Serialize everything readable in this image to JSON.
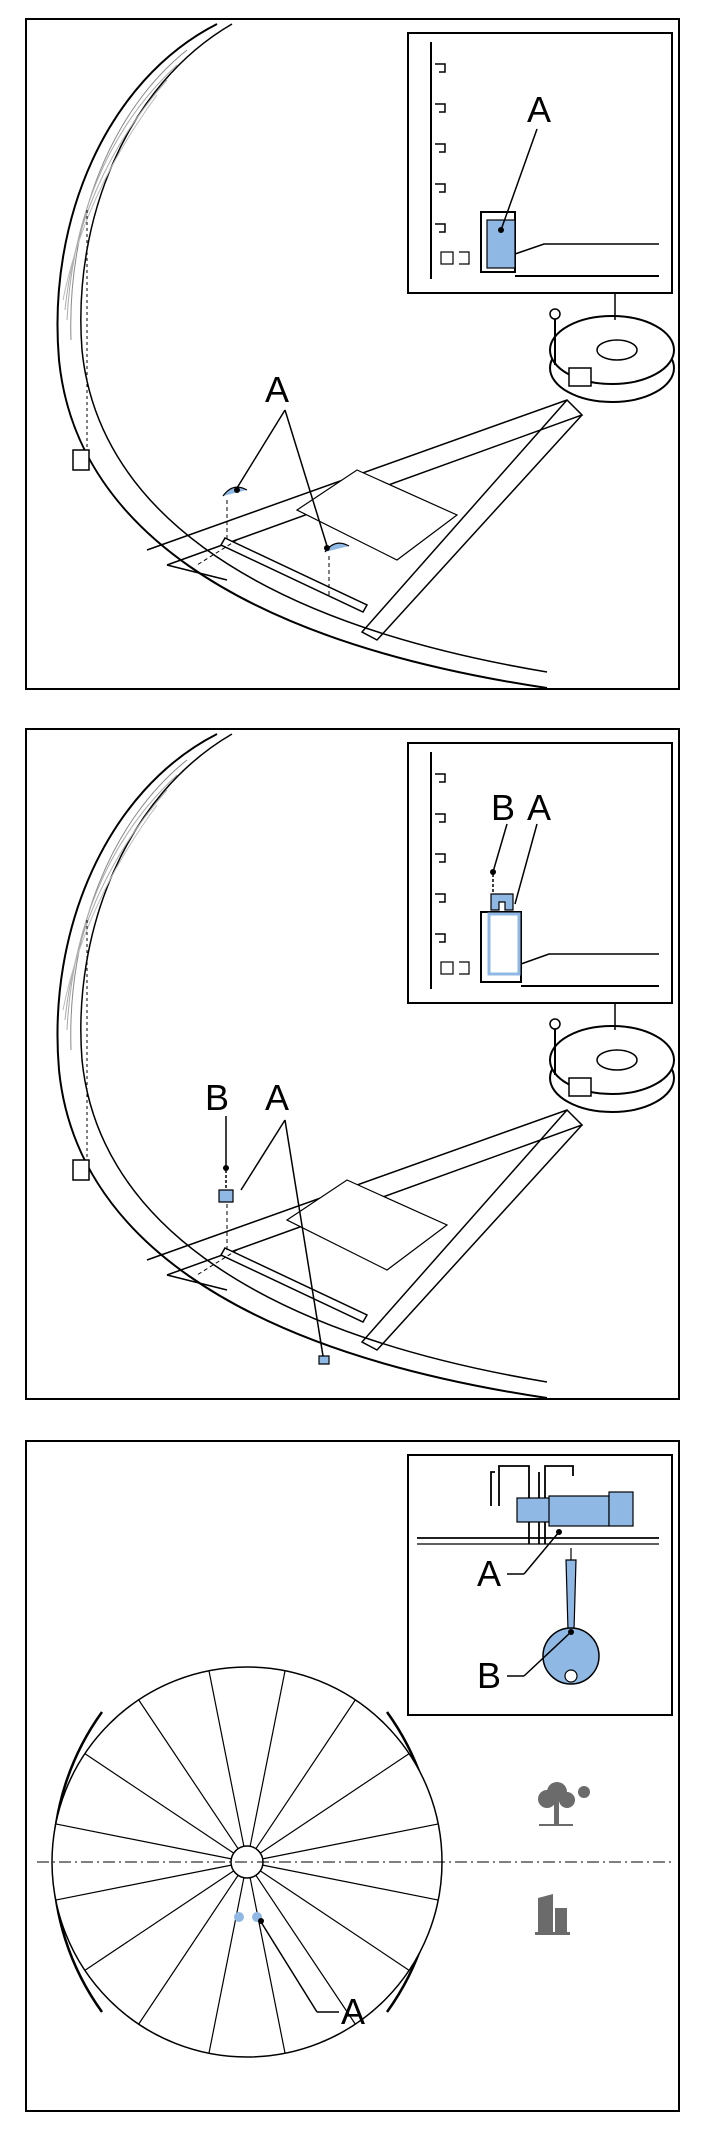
{
  "colors": {
    "accent": "#8fb9e4",
    "line": "#000000"
  },
  "steps": [
    {
      "inset_label_a": "A",
      "main_label_a": "A"
    },
    {
      "inset_label_b": "B",
      "inset_label_a": "A",
      "main_label_b": "B",
      "main_label_a": "A"
    },
    {
      "inset_label_a": "A",
      "inset_label_b": "B",
      "main_label_a": "A",
      "icons": [
        "outdoor-tree-icon",
        "indoor-building-icon"
      ]
    }
  ]
}
